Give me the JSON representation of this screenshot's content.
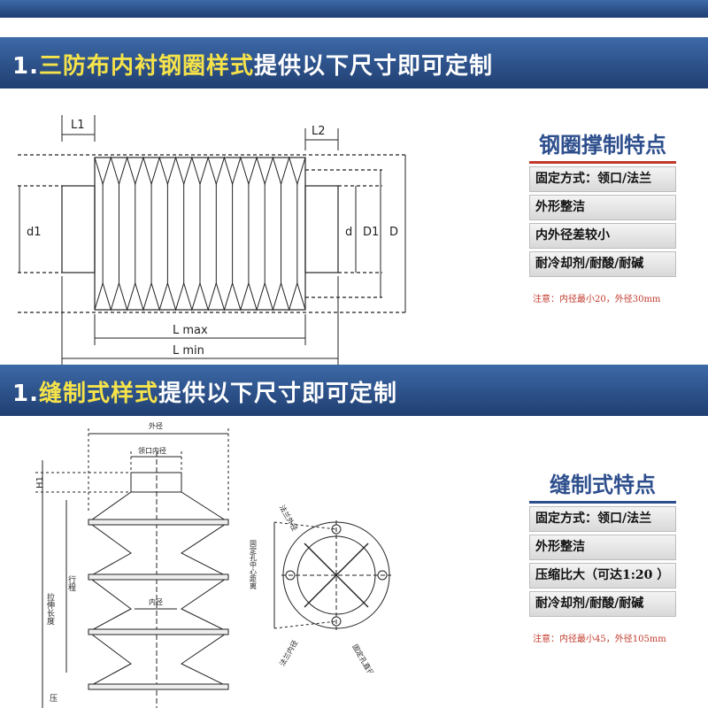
{
  "section1": {
    "num": "1.",
    "title_highlight": "三防布内衬钢圈样式",
    "title_rest": "提供以下尺寸即可定制",
    "dim_labels": {
      "l1": "L1",
      "l2": "L2",
      "d1": "d1",
      "d_small": "d",
      "d1_cap": "D1",
      "d_cap": "D",
      "lmax": "L max",
      "lmin": "L min"
    },
    "features": {
      "title": "钢圈撑制特点",
      "items": [
        "固定方式：领口/法兰",
        "外形整洁",
        "内外径差较小",
        "耐冷却剂/耐酸/耐碱"
      ],
      "note": "注意：内径最小20，外径30mm"
    }
  },
  "section2": {
    "num": "1.",
    "title_highlight": "缝制式样式",
    "title_rest": "提供以下尺寸即可定制",
    "dim_labels": {
      "outer": "外径",
      "collar_inner": "领口内径",
      "h1": "H1",
      "stroke": "行程",
      "stretch": "拉伸长度",
      "inner": "内径",
      "compress": "压",
      "flange_outer": "法兰外径",
      "hole_center": "固定孔中心距离",
      "flange_inner": "法兰内径",
      "hole_dia": "固定孔直径"
    },
    "features": {
      "title": "缝制式特点",
      "items": [
        "固定方式：领口/法兰",
        "外形整洁",
        "压缩比大（可达1:20 ）",
        "耐冷却剂/耐酸/耐碱"
      ],
      "note": "注意：内径最小45，外径105mm"
    }
  }
}
